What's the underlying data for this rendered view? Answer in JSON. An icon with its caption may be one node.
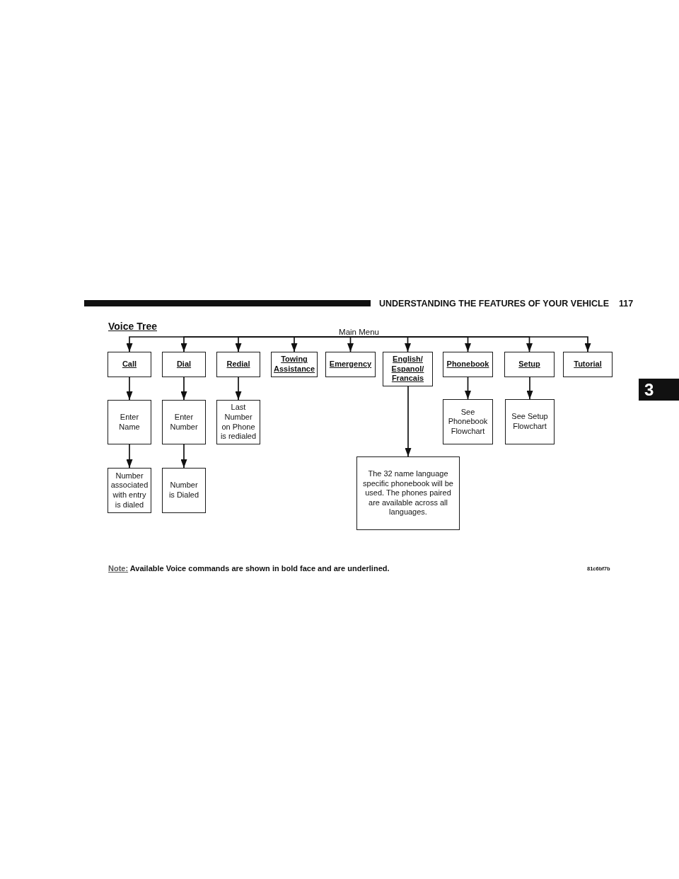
{
  "diagram": {
    "title": "Voice Tree",
    "nodes": [
      {
        "text": [
          "Main Menu"
        ]
      },
      {
        "text": [
          "Call"
        ]
      },
      {
        "text": [
          "Dial"
        ]
      },
      {
        "text": [
          "Redial"
        ]
      },
      {
        "text": [
          "Towing Assistance"
        ]
      },
      {
        "text": [
          "Emergency"
        ]
      },
      {
        "text": [
          "English/ Espanol/ Francais"
        ]
      },
      {
        "text": [
          "Phonebook"
        ]
      },
      {
        "text": [
          "Setup"
        ]
      },
      {
        "text": [
          "Tutorial"
        ]
      },
      {
        "text": [
          "Enter Name"
        ]
      },
      {
        "text": [
          "Enter Number"
        ]
      },
      {
        "text": [
          "Last Number on Phone is redialed"
        ]
      },
      {
        "text": [
          "See Phonebook Flowchart"
        ]
      },
      {
        "text": [
          "See Setup Flowchart"
        ]
      },
      {
        "text": [
          "Number associated with entry is dialed"
        ]
      },
      {
        "text": [
          "Number is Dialed"
        ]
      },
      {
        "text": [
          "The 32 name language specific phonebook will be used. The phones paired are available across all languages."
        ]
      }
    ],
    "edges": [
      {
        "from": 0,
        "to": 1,
        "arrow": "to"
      },
      {
        "from": 0,
        "to": 2,
        "arrow": "to"
      },
      {
        "from": 0,
        "to": 3,
        "arrow": "to"
      },
      {
        "from": 0,
        "to": 4,
        "arrow": "to"
      },
      {
        "from": 0,
        "to": 5,
        "arrow": "to"
      },
      {
        "from": 0,
        "to": 6,
        "arrow": "to"
      },
      {
        "from": 0,
        "to": 7,
        "arrow": "to"
      },
      {
        "from": 0,
        "to": 8,
        "arrow": "to"
      },
      {
        "from": 0,
        "to": 9,
        "arrow": "to"
      },
      {
        "from": 1,
        "to": 10,
        "arrow": "to"
      },
      {
        "from": 2,
        "to": 11,
        "arrow": "to"
      },
      {
        "from": 3,
        "to": 12,
        "arrow": "to"
      },
      {
        "from": 6,
        "to": 17,
        "arrow": "to"
      },
      {
        "from": 7,
        "to": 13,
        "arrow": "to"
      },
      {
        "from": 8,
        "to": 14,
        "arrow": "to"
      },
      {
        "from": 10,
        "to": 15,
        "arrow": "to"
      },
      {
        "from": 11,
        "to": 16,
        "arrow": "to"
      }
    ],
    "labels": [
      "UNDERSTANDING THE FEATURES OF YOUR VEHICLE",
      "117",
      "3",
      "81c6bf7b"
    ],
    "caption": "Note: Available Voice commands are shown in bold face and are underlined."
  }
}
